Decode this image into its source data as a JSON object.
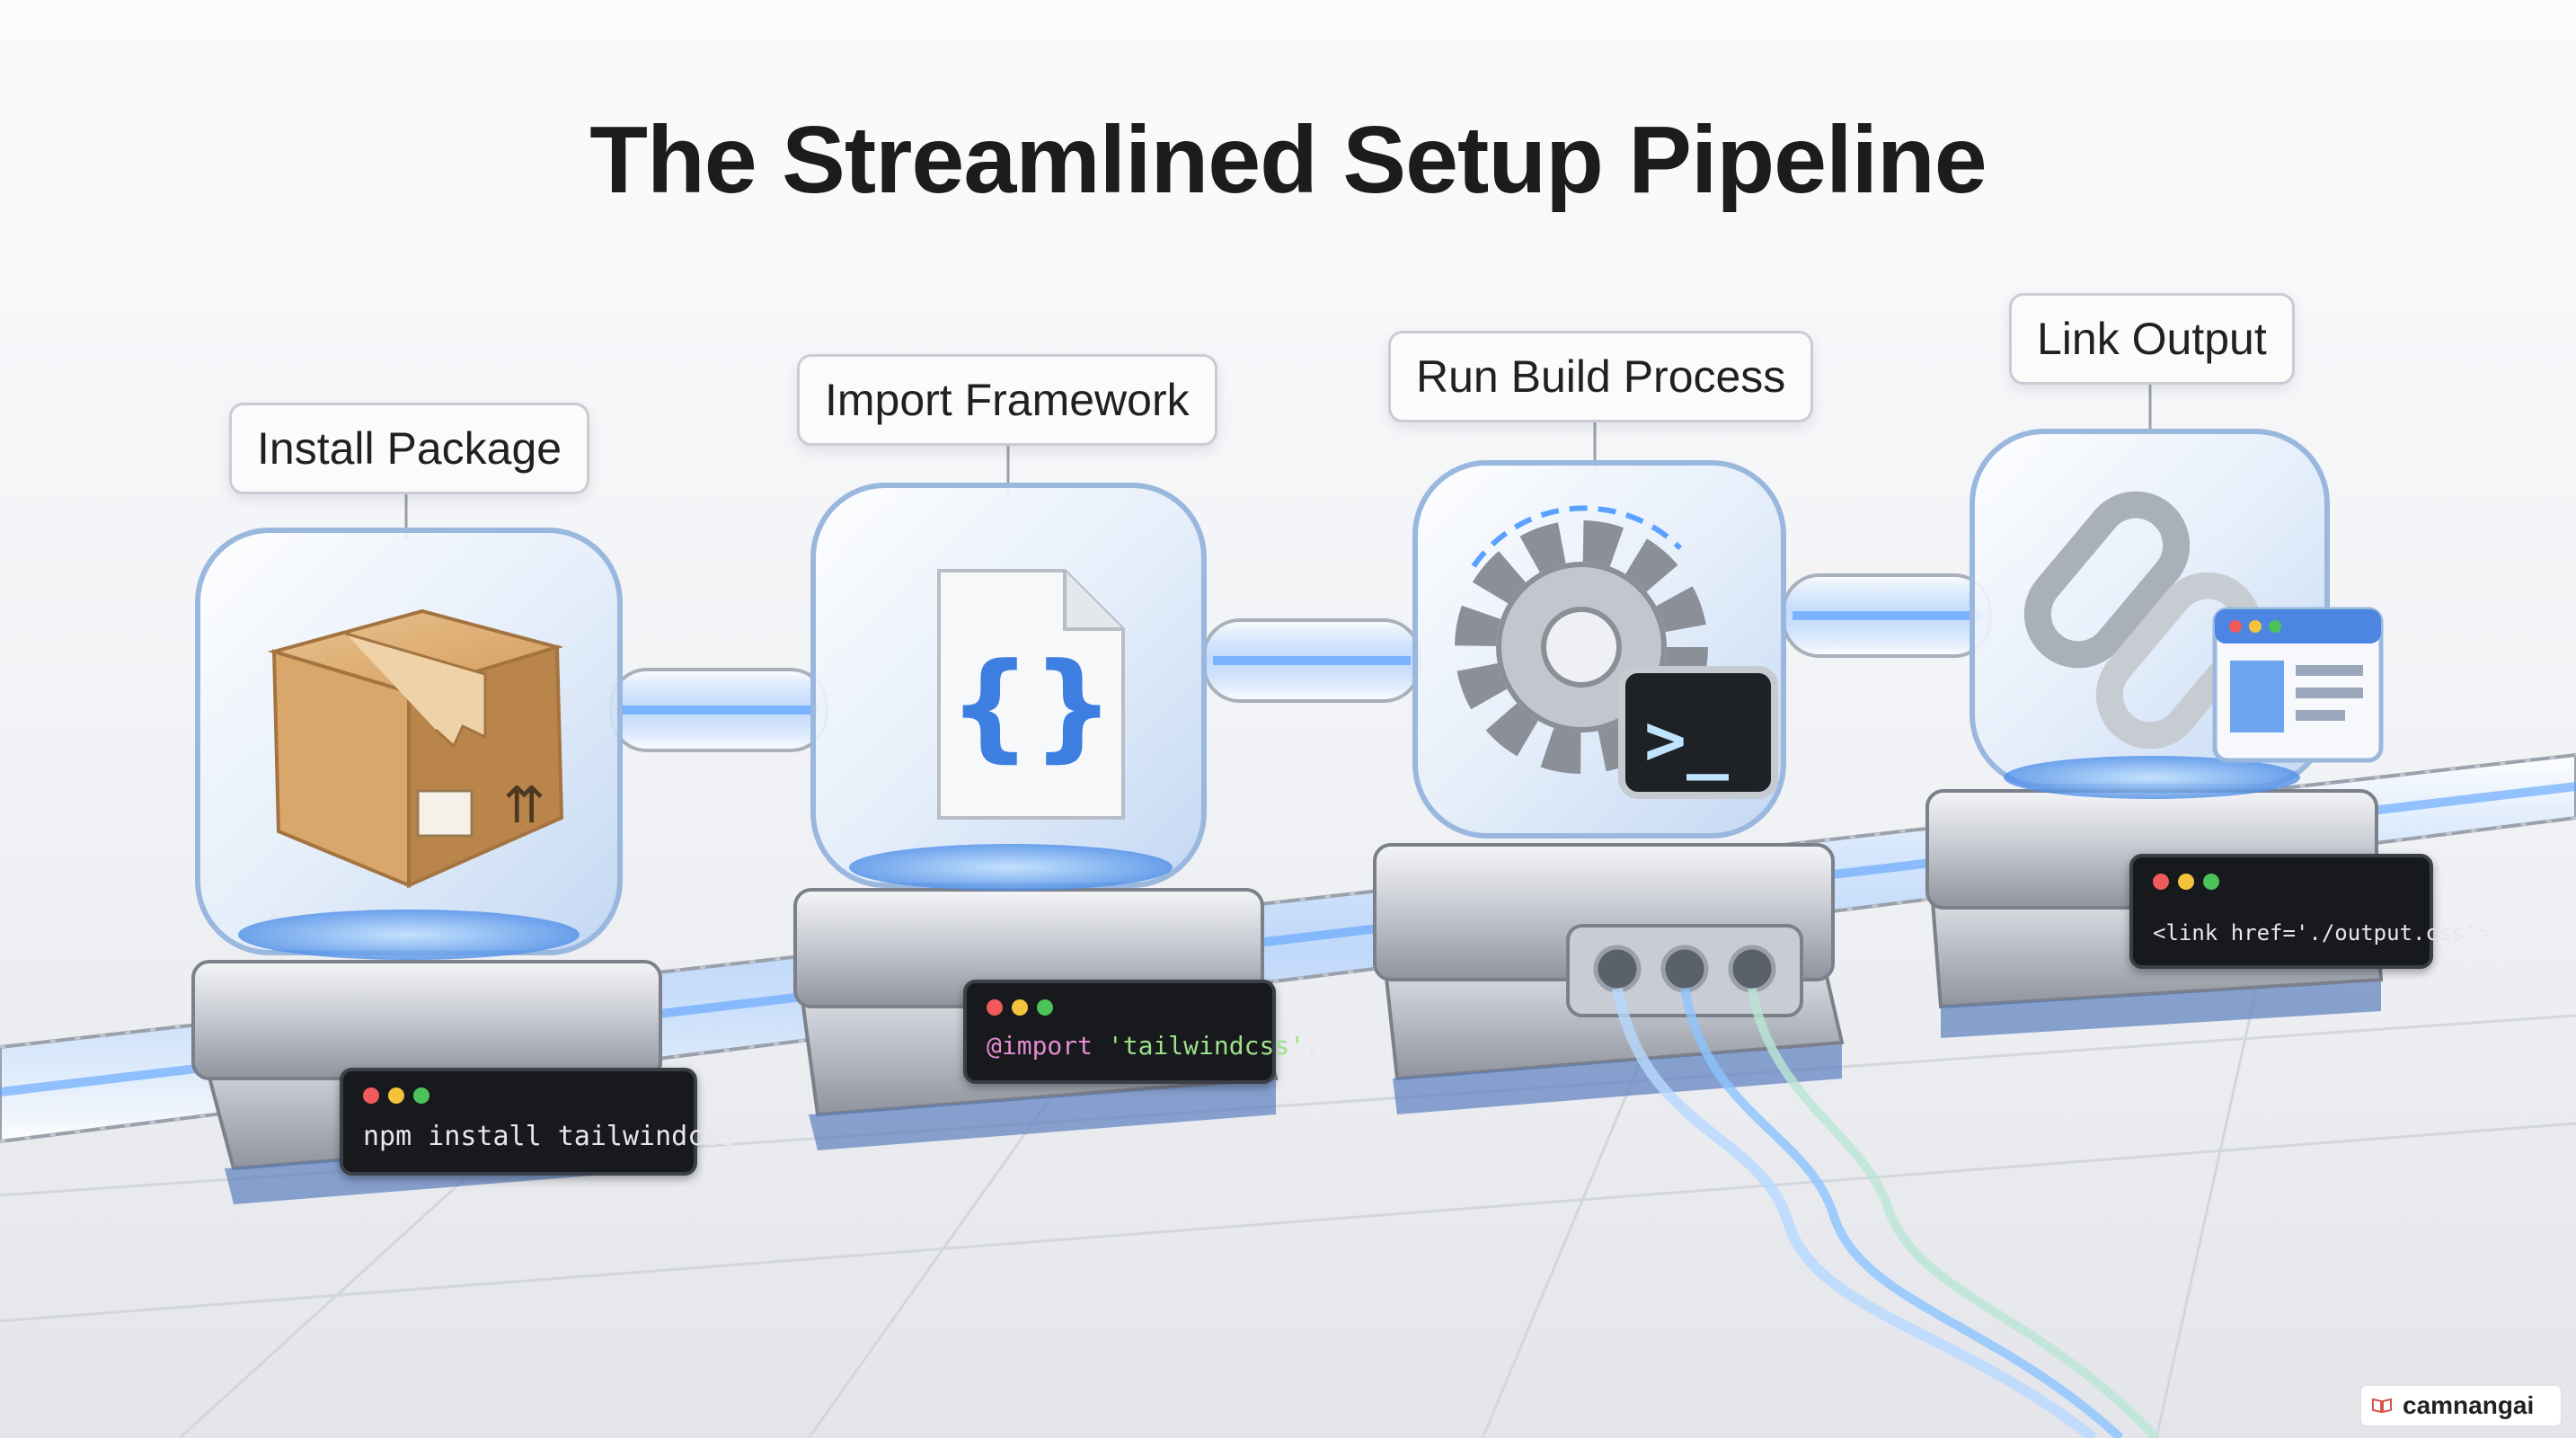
{
  "title": "The Streamlined Setup Pipeline",
  "steps": [
    {
      "label": "Install Package",
      "icon": "package-box-icon",
      "command_plain": "npm install tailwindcss"
    },
    {
      "label": "Import Framework",
      "icon": "code-file-icon",
      "command_keyword": "@import",
      "command_string": "'tailwindcss'",
      "command_end": ";"
    },
    {
      "label": "Run Build Process",
      "icon": "gear-terminal-icon"
    },
    {
      "label": "Link Output",
      "icon": "chain-link-icon",
      "command_plain": "<link href='./output.css'>"
    }
  ],
  "watermark": "camnangai",
  "colors": {
    "accent_glow": "#5aa2ff",
    "terminal_bg": "#17191d",
    "dot_red": "#f05a5a",
    "dot_yellow": "#f3c33c",
    "dot_green": "#4cc25a",
    "box": "#d49f63",
    "code_brace": "#3d7fe0"
  }
}
